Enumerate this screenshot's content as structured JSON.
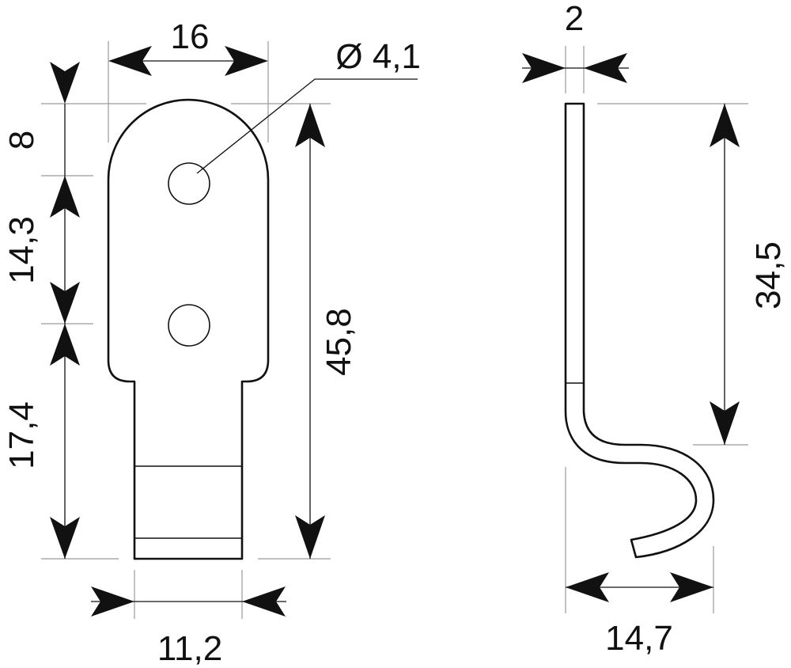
{
  "front_view": {
    "width_top": "16",
    "hole_diameter": "Ø 4,1",
    "height_top": "8",
    "hole_spacing": "14,3",
    "height_tab": "17,4",
    "total_height": "45,8",
    "tab_width": "11,2"
  },
  "side_view": {
    "thickness": "2",
    "straight_length": "34,5",
    "hook_depth": "14,7"
  },
  "colors": {
    "line": "#111111",
    "extension": "#9a9a9a",
    "background": "#ffffff"
  }
}
